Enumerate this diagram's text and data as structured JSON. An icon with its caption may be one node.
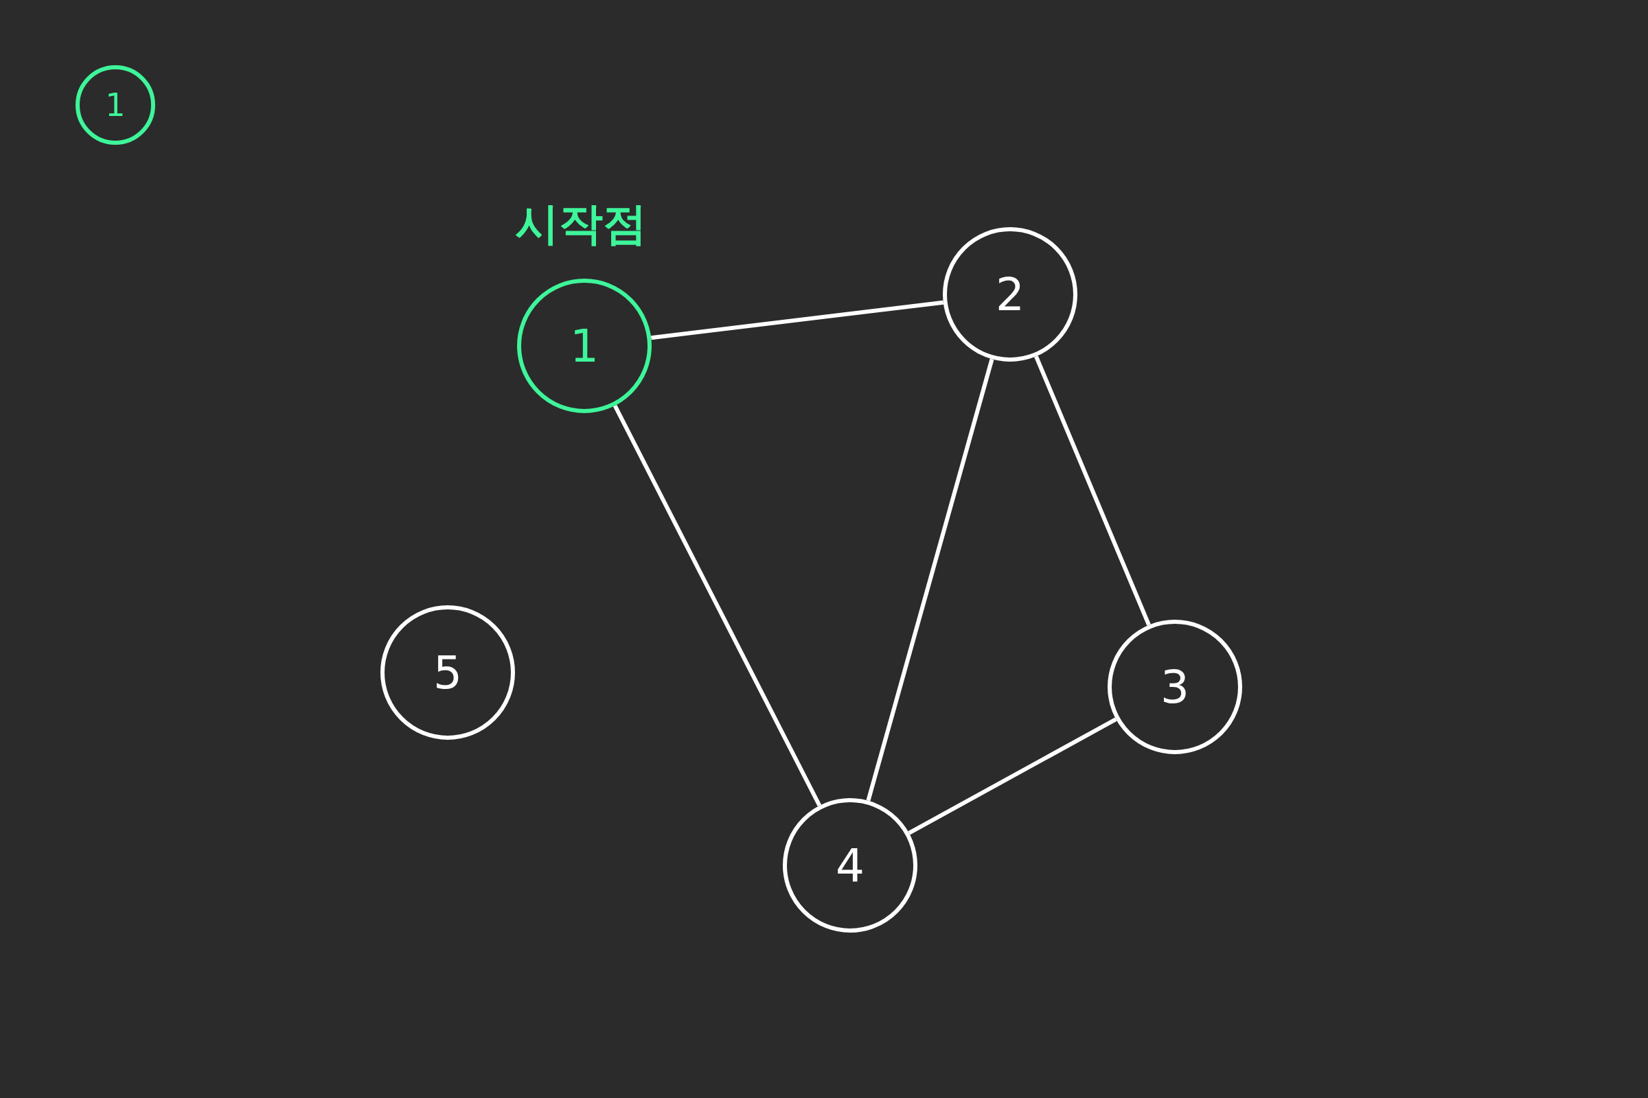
{
  "diagram": {
    "nodes": [
      {
        "text": [
          "1"
        ]
      },
      {
        "text": [
          "1"
        ],
        "beside": [
          "시작점"
        ]
      },
      {
        "text": [
          "2"
        ]
      },
      {
        "text": [
          "3"
        ]
      },
      {
        "text": [
          "4"
        ]
      },
      {
        "text": [
          "5"
        ]
      }
    ],
    "edges": [
      {
        "from": 1,
        "to": 2,
        "arrow": "none"
      },
      {
        "from": 1,
        "to": 4,
        "arrow": "none"
      },
      {
        "from": 2,
        "to": 4,
        "arrow": "none"
      },
      {
        "from": 2,
        "to": 3,
        "arrow": "none"
      },
      {
        "from": 3,
        "to": 4,
        "arrow": "none"
      }
    ]
  }
}
